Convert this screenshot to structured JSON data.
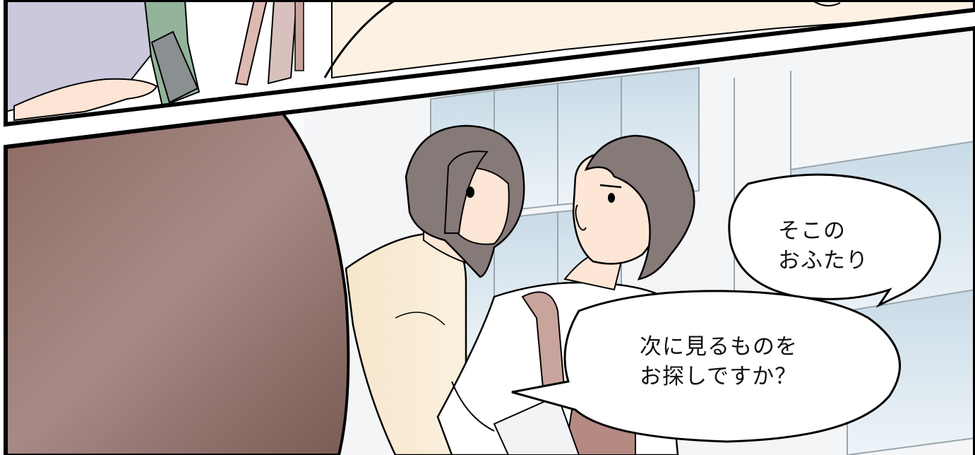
{
  "panels": [
    {
      "id": "top-panel"
    },
    {
      "id": "bottom-panel"
    }
  ],
  "bubbles": [
    {
      "id": "bubble-1",
      "lines": [
        "そこの",
        "おふたり"
      ]
    },
    {
      "id": "bubble-2",
      "lines": [
        "次に見るものを",
        "お探しですか？"
      ]
    }
  ],
  "colors": {
    "border": "#000000",
    "gutter": "#ffffff",
    "hair": "#8a7f7a",
    "skin": "#fde6d6",
    "sweater": "#f8ead1",
    "brown_coat": "#8f6d67",
    "window_glass": "#cfe0ea",
    "shirt": "#ffffff"
  }
}
